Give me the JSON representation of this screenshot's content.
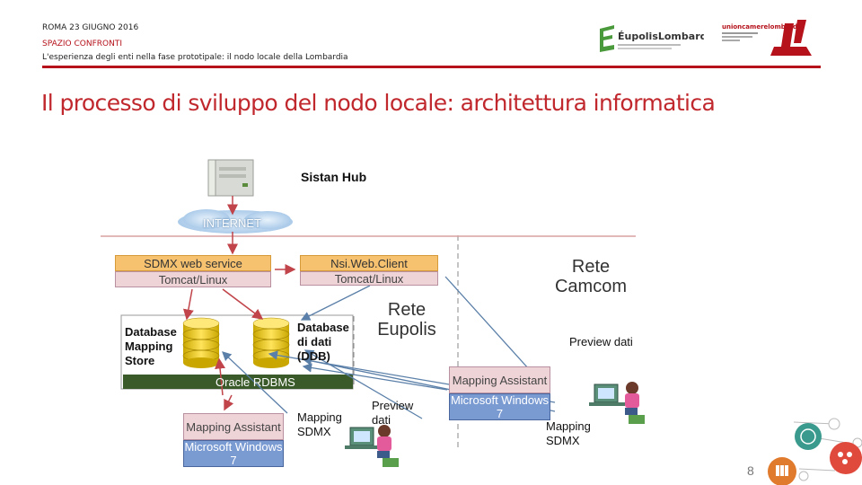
{
  "header": {
    "line1": "ROMA 23 GIUGNO 2016",
    "line2": "SPAZIO CONFRONTI",
    "line3": "L'esperienza degli enti nella fase prototipale: il nodo locale della Lombardia"
  },
  "logos": {
    "eupolis": "ÉupolisLombardia",
    "unioncamere": "unioncamerelombardia"
  },
  "title": "Il processo di sviluppo del nodo locale: architettura informatica",
  "diagram": {
    "sistan_hub": "Sistan Hub",
    "internet": "INTERNET",
    "sdmx_ws": "SDMX web service",
    "tomcat1": "Tomcat/Linux",
    "nsi": "Nsi.Web.Client",
    "tomcat2": "Tomcat/Linux",
    "rete_eupolis": [
      "Rete",
      "Eupolis"
    ],
    "rete_camcom": [
      "Rete",
      "Camcom"
    ],
    "db_mapping": [
      "Database",
      "Mapping",
      "Store"
    ],
    "db_dati": [
      "Database",
      "di dati",
      "(DDB)"
    ],
    "oracle": "Oracle RDBMS",
    "preview_dati_right": "Preview dati",
    "mapping_assistant": "Mapping Assistant",
    "ms_win7": "Microsoft Windows 7",
    "mapping_assistant2": "Mapping Assistant",
    "ms_win7_2": "Microsoft Windows 7",
    "mapping_sdmx": [
      "Mapping",
      "SDMX"
    ],
    "preview_dati": [
      "Preview",
      "dati"
    ],
    "mapping_sdmx_right": [
      "Mapping",
      "SDMX"
    ]
  },
  "page_number": "8",
  "colors": {
    "accent": "#b5121b",
    "title": "#c0282d"
  }
}
